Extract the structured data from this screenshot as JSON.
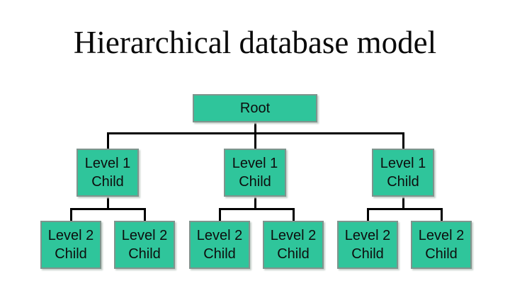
{
  "title": "Hierarchical database model",
  "colors": {
    "node-fill": "#2fc59b",
    "node-border": "#7f948d",
    "line": "#000000",
    "title": "#0a0a0a",
    "background": "#ffffff"
  },
  "diagram": {
    "type": "tree",
    "root": {
      "label": "Root"
    },
    "level1_children": [
      {
        "label": "Level 1\nChild"
      },
      {
        "label": "Level 1\nChild"
      },
      {
        "label": "Level 1\nChild"
      }
    ],
    "level2_children": [
      {
        "label": "Level 2\nChild"
      },
      {
        "label": "Level 2\nChild"
      },
      {
        "label": "Level 2\nChild"
      },
      {
        "label": "Level 2\nChild"
      },
      {
        "label": "Level 2\nChild"
      },
      {
        "label": "Level 2\nChild"
      }
    ]
  }
}
